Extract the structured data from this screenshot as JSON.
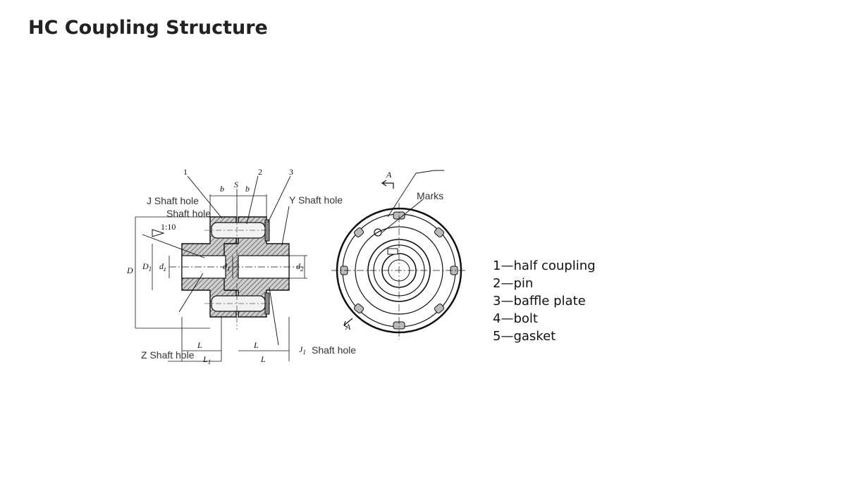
{
  "title": "HC Coupling Structure",
  "drawing": {
    "callouts": [
      "1",
      "2",
      "3"
    ],
    "labels": {
      "j_shaft_hole": "J Shaft hole",
      "shaft_hole": "Shaft hole",
      "y_shaft_hole": "Y Shaft hole",
      "z_shaft_hole": "Z Shaft hole",
      "j1_shaft_hole": "Shaft hole",
      "j1": "J",
      "j1_sub": "1",
      "marks": "Marks",
      "section_a": "A",
      "section_a2": "A"
    },
    "dimensions": {
      "b_left": "b",
      "s": "S",
      "b_right": "b",
      "taper": "1:10",
      "D": "D",
      "D1": "D",
      "D1_sub": "1",
      "dz": "d",
      "dz_sub": "z",
      "d1": "d",
      "d1_sub": "1",
      "d2": "d",
      "d2_sub": "2",
      "L_left": "L",
      "L1": "L",
      "L1_sub": "1",
      "L_right_top": "L",
      "L_right_bottom": "L"
    }
  },
  "legend": [
    "1—half coupling",
    "2—pin",
    "3—baffle plate",
    "4—bolt",
    "5—gasket"
  ]
}
